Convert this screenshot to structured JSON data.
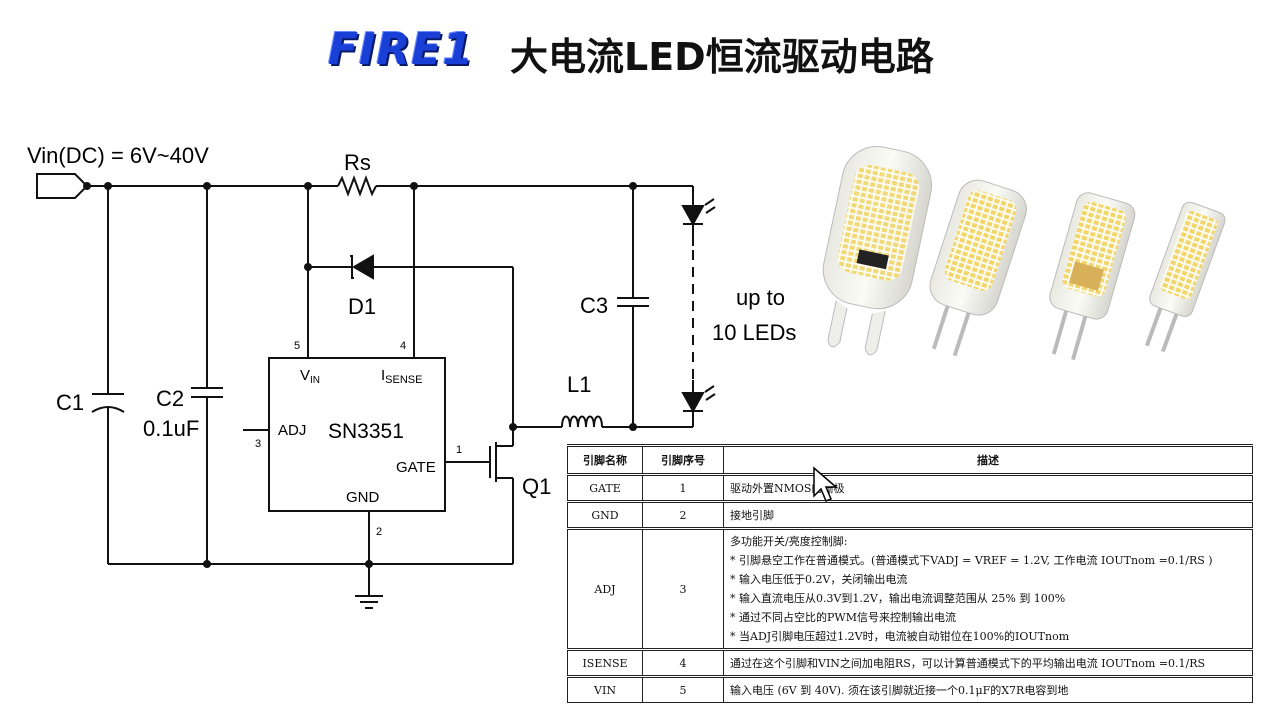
{
  "header": {
    "logo": "FIRE1",
    "title": "大电流LED恒流驱动电路"
  },
  "circuit": {
    "vin_label": "Vin(DC) = 6V~40V",
    "rs": "Rs",
    "d1": "D1",
    "c1": "C1",
    "c2": "C2",
    "c2_value": "0.1uF",
    "c3": "C3",
    "l1": "L1",
    "q1": "Q1",
    "ic_name": "SN3351",
    "pin_vin_main": "V",
    "pin_vin_sub": "IN",
    "pin_isense_main": "I",
    "pin_isense_sub": "SENSE",
    "pin_adj": "ADJ",
    "pin_gate": "GATE",
    "pin_gnd": "GND",
    "pin_num_vin": "5",
    "pin_num_isense": "4",
    "pin_num_adj": "3",
    "pin_num_gate": "1",
    "pin_num_gnd": "2",
    "leds_line1": "up to",
    "leds_line2": "10 LEDs"
  },
  "table": {
    "headers": [
      "引脚名称",
      "引脚序号",
      "描述"
    ],
    "rows": [
      {
        "name": "GATE",
        "num": "1",
        "desc": [
          "驱动外置NMOS的栅极"
        ]
      },
      {
        "name": "GND",
        "num": "2",
        "desc": [
          "接地引脚"
        ]
      },
      {
        "name": "ADJ",
        "num": "3",
        "desc": [
          "多功能开关/亮度控制脚:",
          "* 引脚悬空工作在普通模式。(普通模式下VADJ = VREF = 1.2V, 工作电流 IOUTnom =0.1/RS )",
          "* 输入电压低于0.2V，关闭输出电流",
          "* 输入直流电压从0.3V到1.2V，输出电流调整范围从 25% 到 100%",
          "* 通过不同占空比的PWM信号来控制输出电流",
          "* 当ADJ引脚电压超过1.2V时，电流被自动钳位在100%的IOUTnom"
        ]
      },
      {
        "name": "ISENSE",
        "num": "4",
        "desc": [
          "通过在这个引脚和VIN之间加电阻RS，可以计算普通模式下的平均输出电流 IOUTnom =0.1/RS"
        ]
      },
      {
        "name": "VIN",
        "num": "5",
        "desc": [
          "输入电压 (6V 到 40V). 须在该引脚就近接一个0.1μF的X7R电容到地"
        ]
      }
    ]
  },
  "images": {
    "bulbs": "g4-led-bulb-photos",
    "cursor": "mouse-pointer-icon"
  }
}
